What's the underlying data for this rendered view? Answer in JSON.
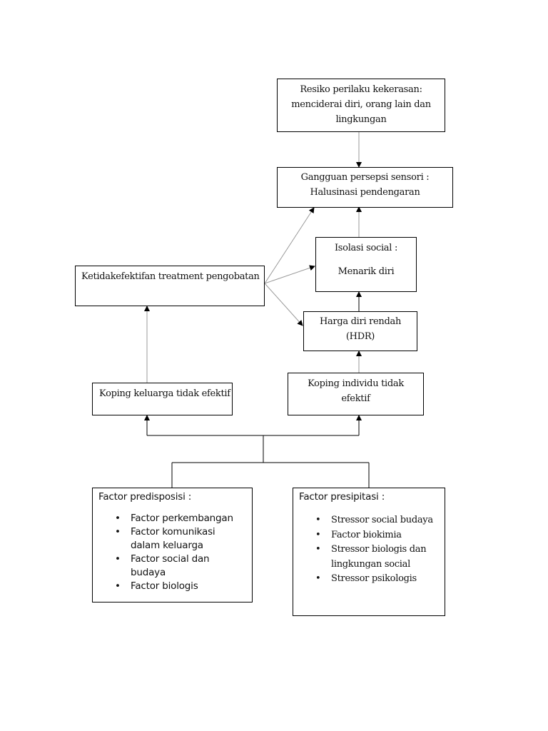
{
  "boxes": {
    "resiko": [
      "Resiko perilaku kekerasan:",
      "menciderai diri, orang lain dan",
      "lingkungan"
    ],
    "gangguan": [
      "Gangguan persepsi sensori :",
      "Halusinasi pendengaran"
    ],
    "isolasi": [
      "Isolasi social :",
      "Menarik diri"
    ],
    "ketidakefektifan": "Ketidakefektifan treatment pengobatan",
    "harga_diri": [
      "Harga diri rendah",
      "(HDR)"
    ],
    "koping_keluarga": "Koping keluarga tidak efektif",
    "koping_individu": [
      "Koping individu tidak",
      "efektif"
    ]
  },
  "predisposisi": {
    "title": "Factor predisposisi :",
    "items": [
      "Factor perkembangan",
      "Factor komunikasi",
      "dalam keluarga",
      "Factor social dan",
      "budaya",
      "Factor biologis"
    ]
  },
  "presipitasi": {
    "title": "Factor presipitasi :",
    "items": [
      "Stressor social budaya",
      "Factor biokimia",
      "Stressor biologis dan",
      "lingkungan social",
      "Stressor psikologis"
    ]
  }
}
